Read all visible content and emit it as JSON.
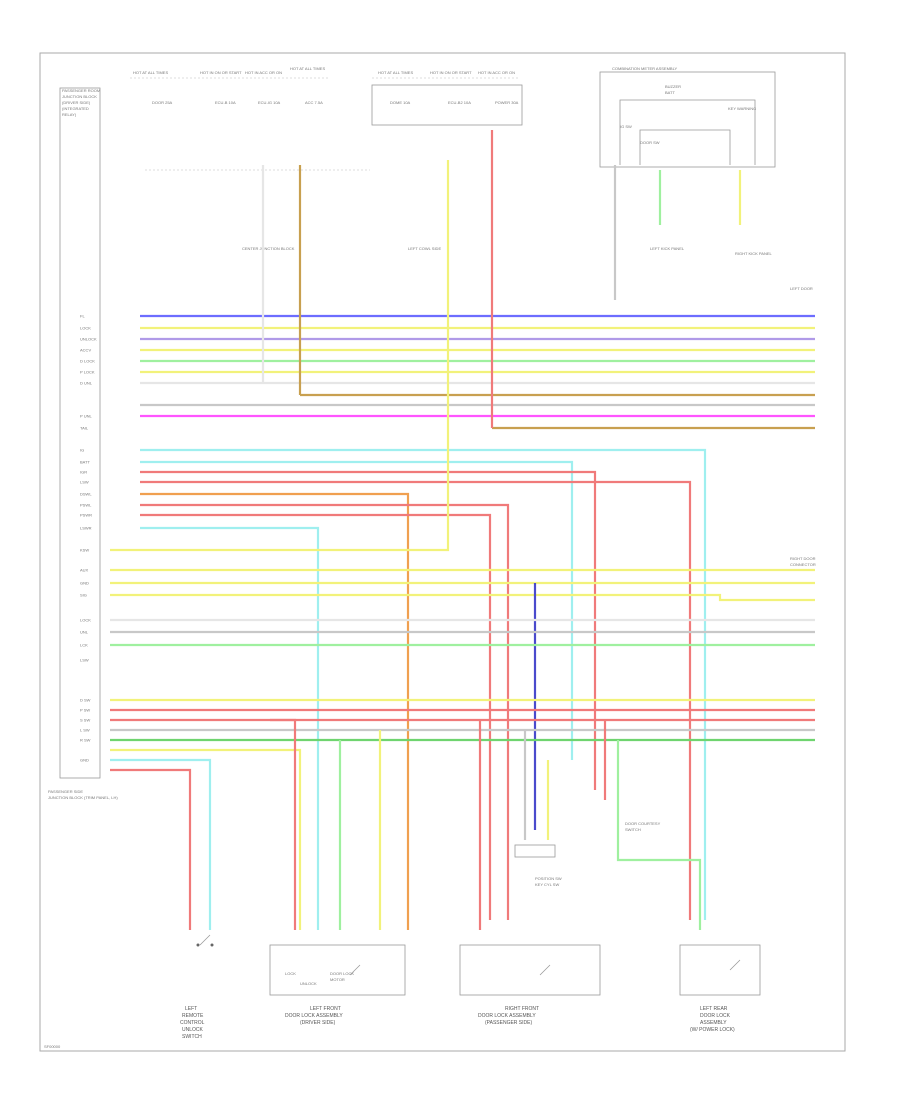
{
  "diagram": {
    "footer_code": "SF00000",
    "left_unit": {
      "title": [
        "PASSENGER ROOM",
        "JUNCTION BLOCK",
        "(DRIVER SIDE)",
        "(INTEGRATED",
        "RELAY)"
      ],
      "bottom_caption": [
        "PASSENGER SIDE",
        "JUNCTION BLOCK (TRIM PANEL, LH)"
      ],
      "pin_labels": [
        "FL",
        "LOCK",
        "UNLOCK",
        "ACCV",
        "D LOCK",
        "P LOCK",
        "D UNL",
        "P UNL",
        "TAIL",
        "IG",
        "BATT",
        "IGR",
        "LSW",
        "DSWL",
        "PSWL",
        "PSWR",
        "LSWR",
        "KSW",
        "AUX",
        "GND",
        "SIG",
        "LOCK",
        "UNL",
        "LCK",
        "LSW",
        "D SW",
        "P SW",
        "S SW",
        "L SW",
        "R SW",
        "GND"
      ]
    },
    "top_fuses": [
      "HOT AT ALL TIMES",
      "HOT IN ON OR START",
      "HOT IN ACC OR ON",
      "HOT AT ALL TIMES",
      "HOT AT ALL TIMES",
      "HOT IN ON OR START",
      "HOT IN ACC OR ON"
    ],
    "fuse_labels": [
      "DOOR 25A",
      "ECU-B 10A",
      "ECU-IG 10A",
      "ACC 7.5A",
      "DOME 10A",
      "ECU-B2 10A",
      "POWER 30A"
    ],
    "inline_connectors": [
      "CENTER JUNCTION BLOCK",
      "LEFT COWL SIDE",
      "LEFT KICK PANEL",
      "RIGHT KICK PANEL"
    ],
    "combination_switch": {
      "title": "COMBINATION METER ASSEMBLY",
      "labels": [
        "BUZZER",
        "BATT",
        "KEY WARNING",
        "IG SW",
        "DOOR SW"
      ]
    },
    "right_connector_labels": [
      "LEFT DOOR",
      "RIGHT DOOR",
      "CONNECTOR"
    ],
    "wire_colors": [
      "BLU",
      "YEL",
      "VIO",
      "RED",
      "LT GRN",
      "GRN",
      "GRY",
      "BRN",
      "PNK",
      "ORG",
      "LT BLU",
      "WHT",
      "BLK"
    ],
    "bottom_components": [
      {
        "title": [
          "LEFT",
          "REMOTE",
          "CONTROL",
          "UNLOCK",
          "SWITCH"
        ]
      },
      {
        "title": [
          "LEFT FRONT",
          "DOOR LOCK ASSEMBLY",
          "(DRIVER SIDE)"
        ]
      },
      {
        "title": [
          "RIGHT FRONT",
          "DOOR LOCK ASSEMBLY",
          "(PASSENGER SIDE)"
        ]
      },
      {
        "title": [
          "LEFT REAR",
          "DOOR LOCK",
          "ASSEMBLY",
          "(W/ POWER LOCK)"
        ]
      }
    ],
    "misc_labels": [
      "DOOR LOCK",
      "MOTOR",
      "LOCK",
      "UNLOCK",
      "POSITION SW",
      "KEY CYL SW",
      "DOOR COURTESY",
      "SWITCH"
    ]
  }
}
